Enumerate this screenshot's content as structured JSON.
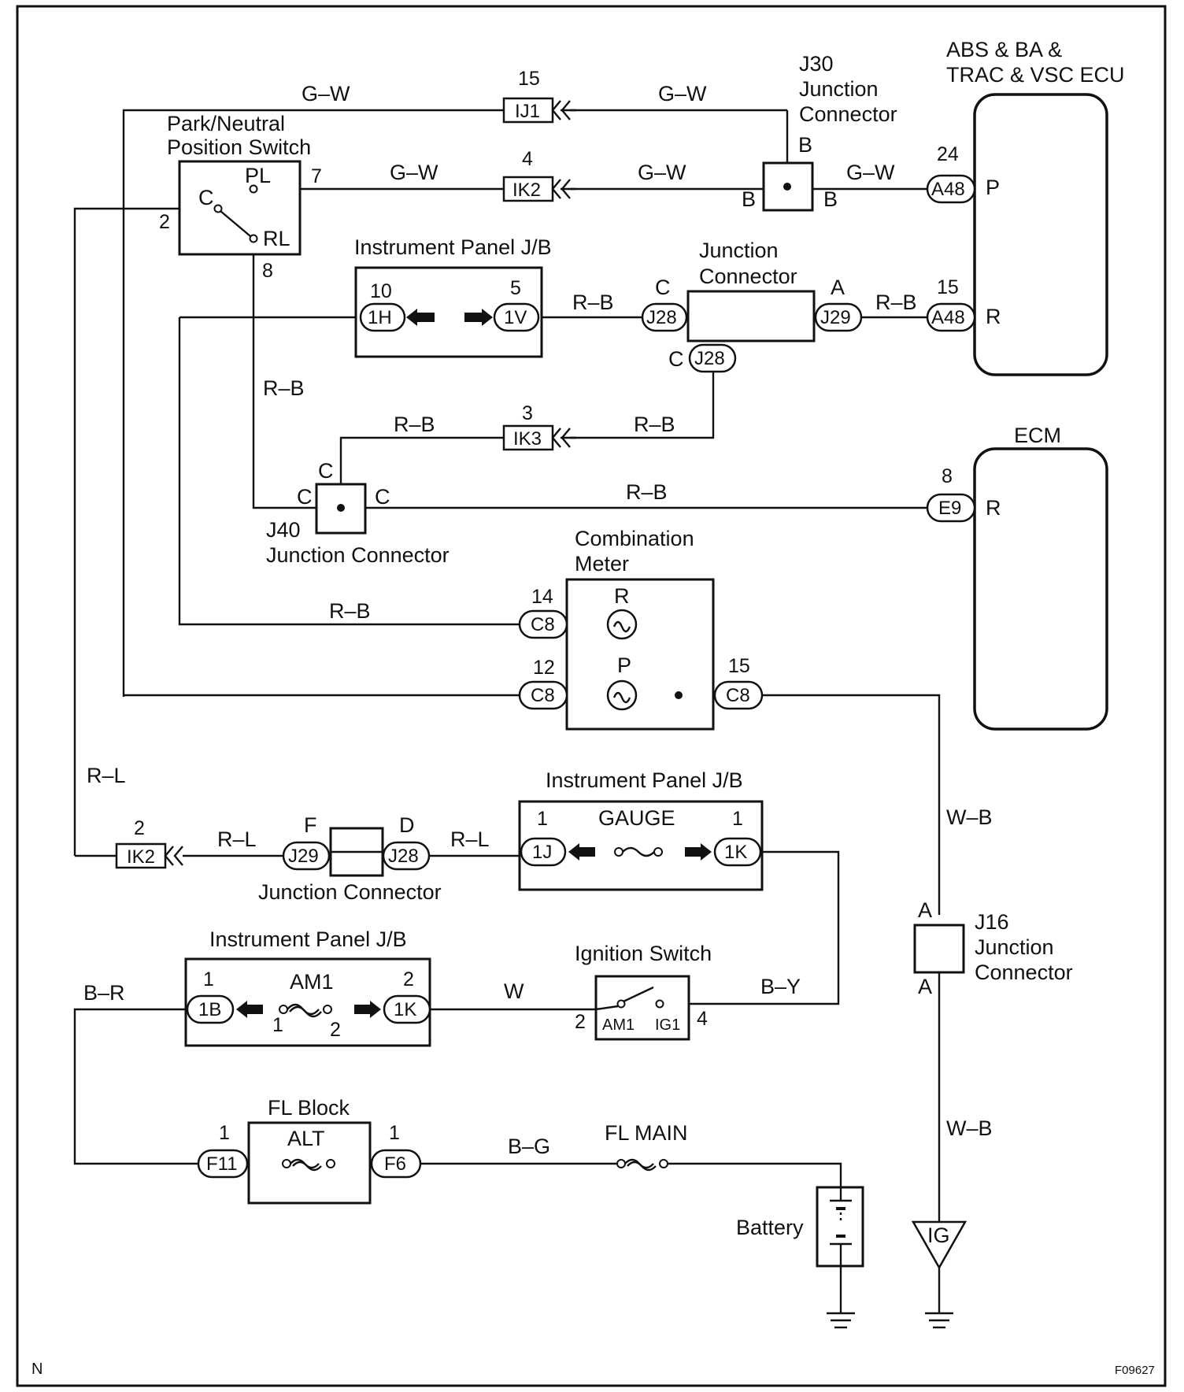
{
  "components": {
    "abs_ecu": "ABS & BA &\nTRAC & VSC ECU",
    "ecm": "ECM",
    "pnp_switch": "Park/Neutral\nPosition Switch",
    "j30": "J30\nJunction\nConnector",
    "jc_top": "Junction\nConnector",
    "j40": "J40\nJunction Connector",
    "combo_meter": "Combination\nMeter",
    "ipjb_top": "Instrument Panel J/B",
    "ipjb_mid": "Instrument Panel J/B",
    "ipjb_low": "Instrument Panel J/B",
    "jc_bottom": "Junction Connector",
    "ignition": "Ignition Switch",
    "j16": "J16\nJunction\nConnector",
    "fl_block": "FL Block",
    "alt": "ALT",
    "gauge": "GAUGE",
    "am1": "AM1",
    "fl_main": "FL MAIN",
    "battery": "Battery",
    "ig_ground": "IG"
  },
  "wires": {
    "gw": "G–W",
    "rb": "R–B",
    "rl": "R–L",
    "br": "B–R",
    "w": "W",
    "by": "B–Y",
    "bg": "B–G",
    "wb": "W–B"
  },
  "connectors": {
    "ij1": "IJ1",
    "ik2": "IK2",
    "ik3": "IK3",
    "a48": "A48",
    "j28": "J28",
    "j29": "J29",
    "e9": "E9",
    "c8": "C8",
    "h1": "1H",
    "v1": "1V",
    "j1": "1J",
    "k1": "1K",
    "b1": "1B",
    "f11": "F11",
    "f6": "F6"
  },
  "pins": {
    "n15": "15",
    "n4": "4",
    "n24": "24",
    "n10": "10",
    "n5": "5",
    "n3": "3",
    "n8": "8",
    "n14": "14",
    "n12": "12",
    "n7": "7",
    "n2": "2",
    "n1": "1",
    "pB": "B",
    "pC": "C",
    "pA": "A",
    "pD": "D",
    "pF": "F",
    "pP": "P",
    "pR": "R",
    "PL": "PL",
    "RL": "RL",
    "am1_term": "AM1",
    "ig1_term": "IG1"
  },
  "footer": {
    "left": "N",
    "code": "F09627"
  }
}
